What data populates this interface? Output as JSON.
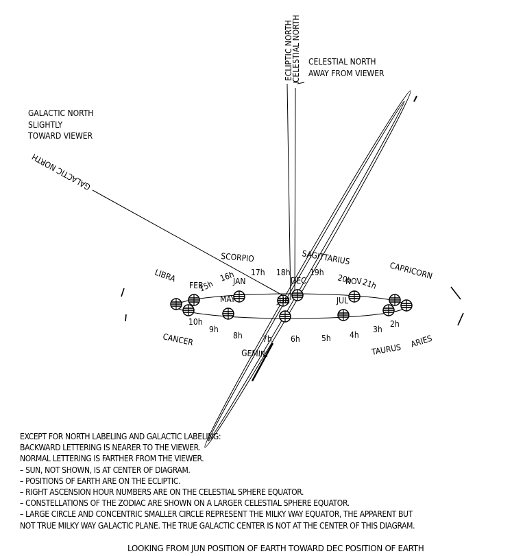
{
  "north": {
    "ecliptic": "ECLIPTIC NORTH",
    "celestial": "CELESTIAL NORTH",
    "celestial_note": [
      "CELESTIAL NORTH",
      "AWAY FROM VIEWER"
    ],
    "galactic_note": [
      "GALACTIC NORTH",
      "SLIGHTLY",
      "TOWARD VIEWER"
    ],
    "galactic_axis": "GALACTIC NORTH"
  },
  "constellations": {
    "far": [
      "LIBRA",
      "SCORPIO",
      "SAGITTARIUS",
      "CAPRICORN"
    ],
    "near": [
      "CANCER",
      "GEMINI",
      "TAURUS",
      "ARIES"
    ]
  },
  "months": [
    "FEB",
    "JAN",
    "DEC",
    "NOV",
    "MAY",
    "JUN",
    "JUL"
  ],
  "hours": {
    "far": [
      "15h",
      "16h",
      "17h",
      "18h",
      "19h",
      "20h",
      "21h"
    ],
    "near": [
      "10h",
      "9h",
      "8h",
      "7h",
      "6h",
      "5h",
      "4h",
      "3h",
      "2h"
    ]
  },
  "notes": {
    "lines": [
      "EXCEPT FOR NORTH LABELING AND GALACTIC LABELING:",
      "BACKWARD LETTERING IS NEARER TO THE VIEWER.",
      "NORMAL LETTERING IS FARTHER FROM THE VIEWER.",
      "– SUN, NOT SHOWN, IS AT CENTER OF DIAGRAM.",
      "– POSITIONS OF EARTH ARE ON THE ECLIPTIC.",
      "– RIGHT ASCENSION HOUR NUMBERS ARE ON THE CELESTIAL SPHERE EQUATOR.",
      "– CONSTELLATIONS OF THE ZODIAC ARE SHOWN ON A LARGER CELESTIAL SPHERE EQUATOR.",
      "– LARGE CIRCLE AND CONCENTRIC SMALLER CIRCLE REPRESENT THE MILKY WAY EQUATOR, THE APPARENT BUT",
      "NOT TRUE MILKY WAY GALACTIC PLANE. THE TRUE GALACTIC CENTER IS NOT AT THE CENTER OF THIS DIAGRAM."
    ],
    "caption": "LOOKING FROM JUN POSITION OF EARTH TOWARD DEC POSITION OF EARTH"
  }
}
